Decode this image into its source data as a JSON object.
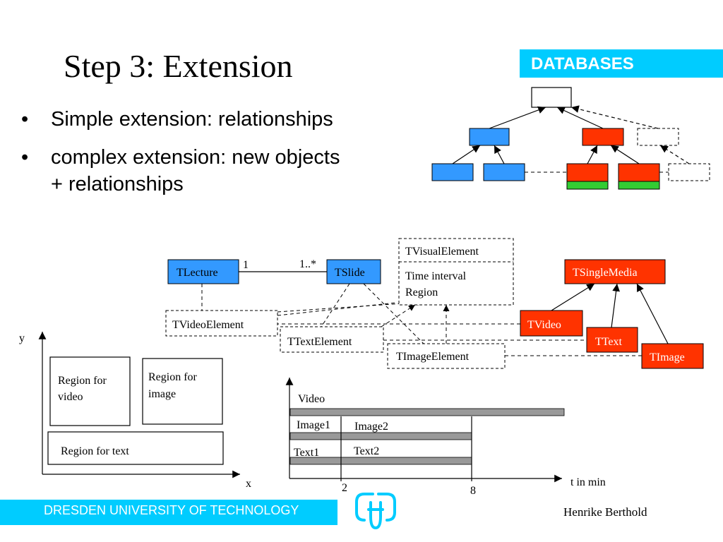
{
  "slide": {
    "title": "Step 3: Extension",
    "section_tag": "DATABASES",
    "bullets": [
      {
        "text": "Simple extension:  relationships"
      },
      {
        "text": "complex extension: new objects\n+ relationships"
      }
    ]
  },
  "colors": {
    "accent": "#00ccff",
    "blue_box": "#3399ff",
    "red_box": "#ff3300",
    "green_strip": "#33cc33",
    "bar_gray": "#999999"
  },
  "uml": {
    "lecture": "TLecture",
    "slide": "TSlide",
    "mult_one": "1",
    "mult_many": "1..*",
    "visual_element": "TVisualElement",
    "visual_attr_1": "Time interval",
    "visual_attr_2": "Region",
    "video_element": "TVideoElement",
    "text_element": "TTextElement",
    "image_element": "TImageElement",
    "single_media": "TSingleMedia",
    "video": "TVideo",
    "text": "TText",
    "image": "TImage"
  },
  "regions": {
    "y_axis": "y",
    "x_axis": "x",
    "video_line1": "Region for",
    "video_line2": "video",
    "image_line1": "Region for",
    "image_line2": "image",
    "text": "Region for text"
  },
  "timeline": {
    "video": "Video",
    "image1": "Image1",
    "image2": "Image2",
    "text1": "Text1",
    "text2": "Text2",
    "axis_label": "t in min",
    "tick_2": "2",
    "tick_8": "8"
  },
  "footer": {
    "university": "DRESDEN UNIVERSITY OF TECHNOLOGY",
    "author": "Henrike Berthold",
    "logo_icon": "tu-dresden-logo-icon"
  }
}
